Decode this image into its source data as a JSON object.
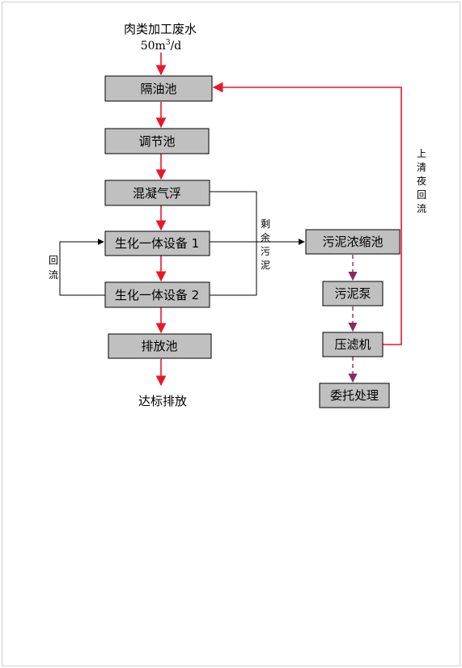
{
  "top": {
    "title": "肉类加工废水",
    "flow_num": "50m",
    "flow_sup": "3",
    "flow_unit": "/d"
  },
  "boxes": {
    "oil": "隔油池",
    "regulate": "调节池",
    "coag": "混凝气浮",
    "bio1": "生化一体设备 1",
    "bio2": "生化一体设备 2",
    "discharge_pool": "排放池",
    "thicken": "污泥浓缩池",
    "pump": "污泥泵",
    "press": "压滤机",
    "entrust": "委托处理"
  },
  "outputs": {
    "final": "达标排放"
  },
  "vertical_labels": {
    "recycle": [
      "回",
      "流"
    ],
    "excess": [
      "剩",
      "余",
      "污",
      "泥"
    ],
    "supernatant": [
      "上",
      "清",
      "夜",
      "回",
      "流"
    ]
  },
  "colors": {
    "main_flow": "#e8182a",
    "sludge_flow": "#8b2a5a",
    "box_fill": "#c0c0c0",
    "line": "#000000"
  }
}
